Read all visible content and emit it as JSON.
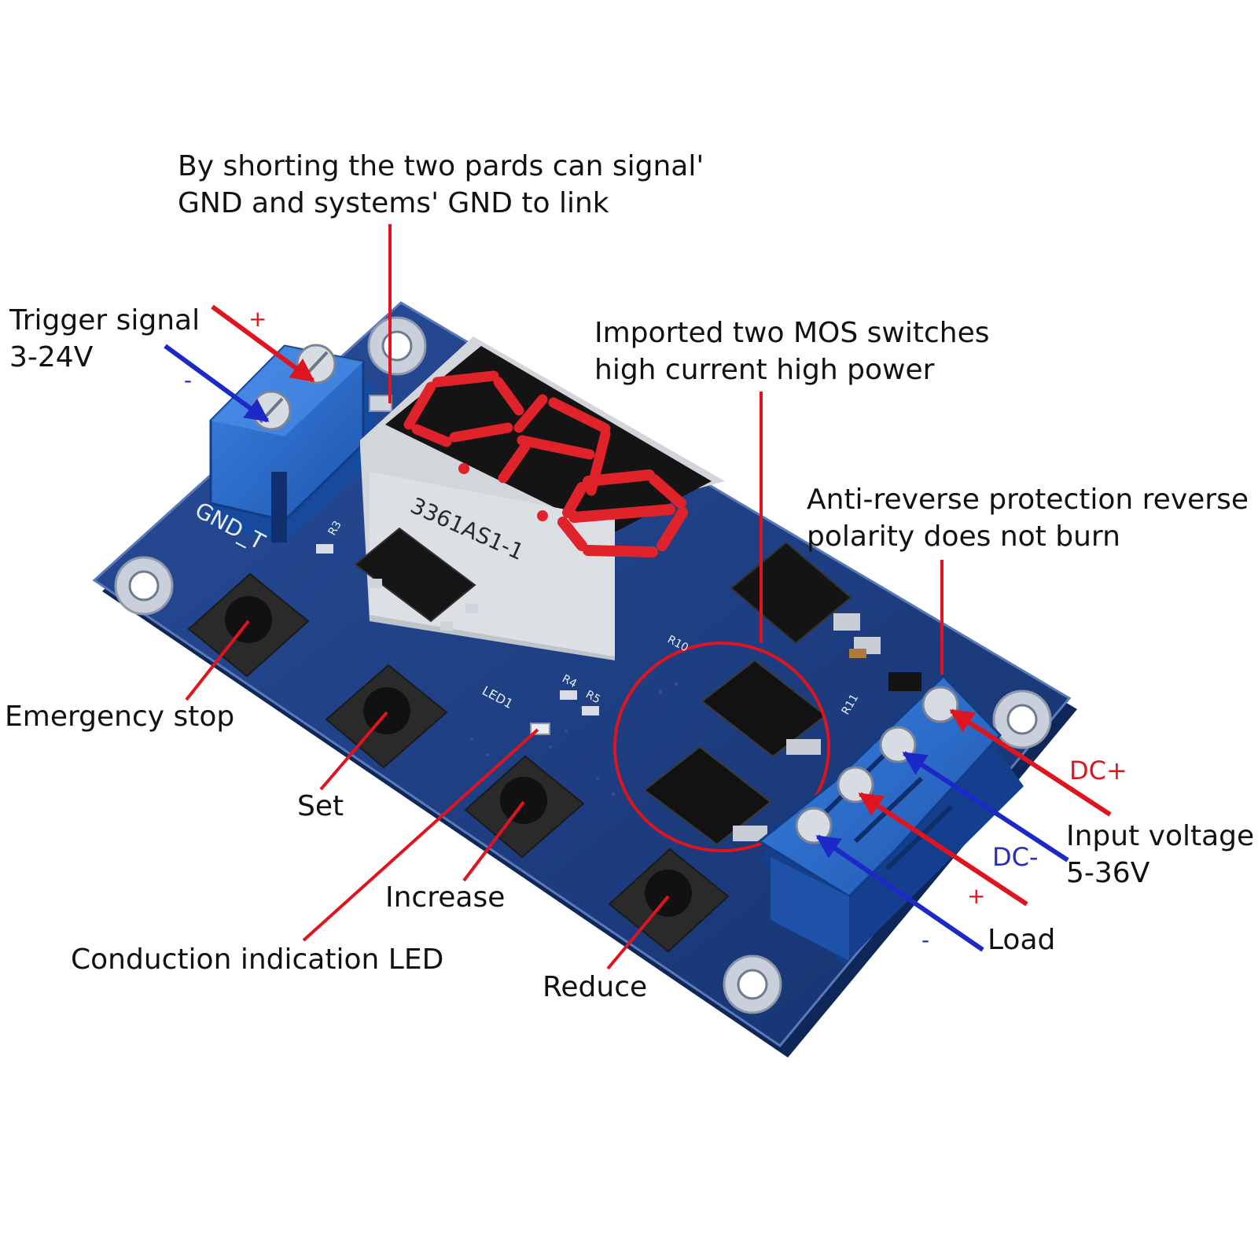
{
  "callouts": {
    "gnd_link": {
      "line1": "By shorting the two pards can signal'",
      "line2": "GND and systems' GND to link"
    },
    "trigger": {
      "line1": "Trigger signal",
      "line2": "3-24V"
    },
    "mos": {
      "line1": "Imported two MOS switches",
      "line2": "high current high power"
    },
    "anti_reverse": {
      "line1": "Anti-reverse protection reverse",
      "line2": "polarity does not burn"
    },
    "emergency_stop": "Emergency stop",
    "set": "Set",
    "increase": "Increase",
    "led": "Conduction indication LED",
    "reduce": "Reduce",
    "input_voltage": {
      "line1": "Input voltage",
      "line2": "5-36V"
    },
    "load": "Load"
  },
  "polarity": {
    "trigger_plus": "+",
    "trigger_minus": "-",
    "dc_plus": "DC+",
    "dc_minus": "DC-",
    "load_plus": "+",
    "load_minus": "-"
  },
  "board": {
    "display_digits": "248",
    "display_part": "3361AS1-1",
    "silk_gnd": "GND_T",
    "silk_r3": "R3",
    "silk_r4": "R4",
    "silk_r5": "R5",
    "silk_r10": "R10",
    "silk_r11": "R11",
    "silk_led1": "LED1"
  },
  "colors": {
    "pcb": "#1d3f86",
    "terminal": "#2f6fd0",
    "segment": "#e0222a",
    "arrow_red": "#e0141e",
    "arrow_blue": "#1c28c8",
    "label_red": "#e0141e",
    "label_blue": "#2530c0"
  }
}
